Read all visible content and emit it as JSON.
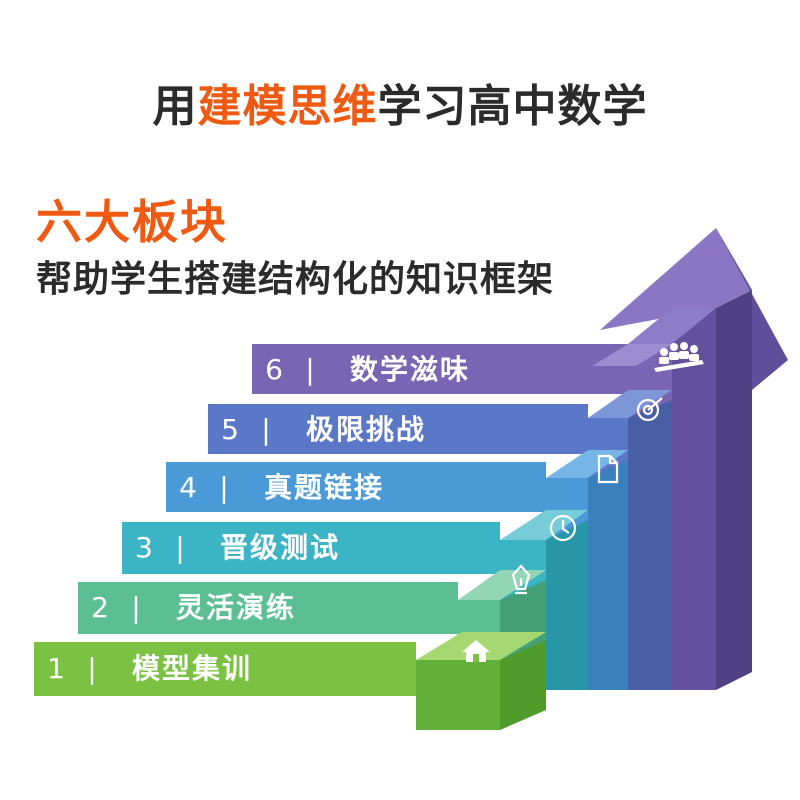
{
  "headline": {
    "prefix": "用",
    "highlight": "建模思维",
    "suffix": "学习高中数学"
  },
  "section": {
    "title": "六大板块",
    "subtitle": "帮助学生搭建结构化的知识框架"
  },
  "separator": "|",
  "steps": [
    {
      "number": "1",
      "name": "模型集训",
      "icon": "home-icon",
      "color": "#7bc142"
    },
    {
      "number": "2",
      "name": "灵活演练",
      "icon": "pen-nib-icon",
      "color": "#5cbf93"
    },
    {
      "number": "3",
      "name": "晋级测试",
      "icon": "clock-icon",
      "color": "#3bb5c6"
    },
    {
      "number": "4",
      "name": "真题链接",
      "icon": "document-icon",
      "color": "#4a9ad8"
    },
    {
      "number": "5",
      "name": "极限挑战",
      "icon": "target-icon",
      "color": "#5b78c8"
    },
    {
      "number": "6",
      "name": "数学滋味",
      "icon": "team-icon",
      "color": "#7a64b4"
    }
  ],
  "arrow_color": "#7a64b4"
}
